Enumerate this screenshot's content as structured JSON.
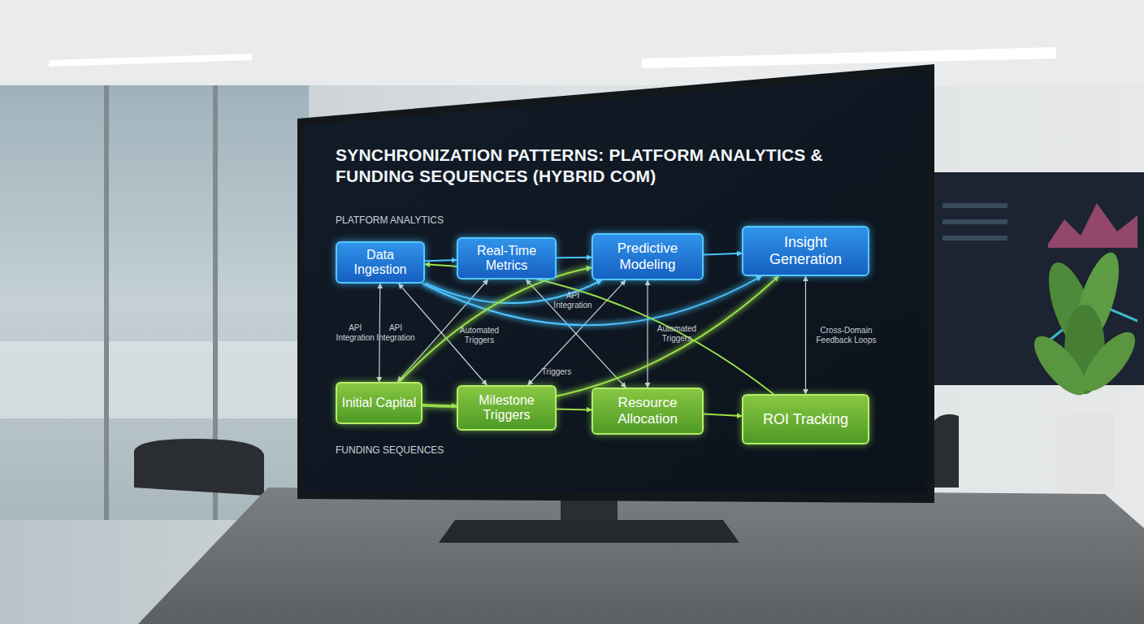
{
  "diagram": {
    "title": "SYNCHRONIZATION PATTERNS: PLATFORM ANALYTICS & FUNDING SEQUENCES (HYBRID COM)",
    "nodes": [
      {
        "text": [
          "Data Ingestion"
        ]
      },
      {
        "text": [
          "Real-Time Metrics"
        ]
      },
      {
        "text": [
          "Predictive Modeling"
        ]
      },
      {
        "text": [
          "Insight Generation"
        ]
      },
      {
        "text": [
          "Initial Capital"
        ]
      },
      {
        "text": [
          "Milestone Triggers"
        ]
      },
      {
        "text": [
          "Resource Allocation"
        ]
      },
      {
        "text": [
          "ROI Tracking"
        ]
      }
    ],
    "edges": [
      {
        "from": 0,
        "to": 1,
        "arrow": "to"
      },
      {
        "from": 1,
        "to": 2,
        "arrow": "to"
      },
      {
        "from": 2,
        "to": 3,
        "arrow": "to"
      },
      {
        "from": 4,
        "to": 5,
        "arrow": "to"
      },
      {
        "from": 5,
        "to": 6,
        "arrow": "to"
      },
      {
        "from": 6,
        "to": 7,
        "arrow": "to"
      },
      {
        "from": 0,
        "to": 4,
        "label": "API Integration",
        "arrow": "both"
      },
      {
        "from": 2,
        "to": 6,
        "label": "Automated Triggers",
        "arrow": "both"
      },
      {
        "from": 3,
        "to": 7,
        "label": "Cross-Domain Feedback Loops",
        "arrow": "both"
      },
      {
        "from": 0,
        "to": 5,
        "arrow": "both"
      },
      {
        "from": 1,
        "to": 4,
        "arrow": "both"
      },
      {
        "from": 1,
        "to": 6,
        "arrow": "both"
      },
      {
        "from": 2,
        "to": 5,
        "arrow": "both"
      },
      {
        "from": 0,
        "to": 2,
        "arrow": "to"
      },
      {
        "from": 0,
        "to": 3,
        "arrow": "to"
      },
      {
        "from": 4,
        "to": 2,
        "arrow": "to"
      },
      {
        "from": 4,
        "to": 3,
        "arrow": "to"
      },
      {
        "from": 7,
        "to": 0,
        "arrow": "to"
      }
    ],
    "labels": [
      "PLATFORM ANALYTICS",
      "FUNDING SEQUENCES",
      "API Integration",
      "Automated Triggers",
      "API Integration",
      "Triggers"
    ]
  }
}
